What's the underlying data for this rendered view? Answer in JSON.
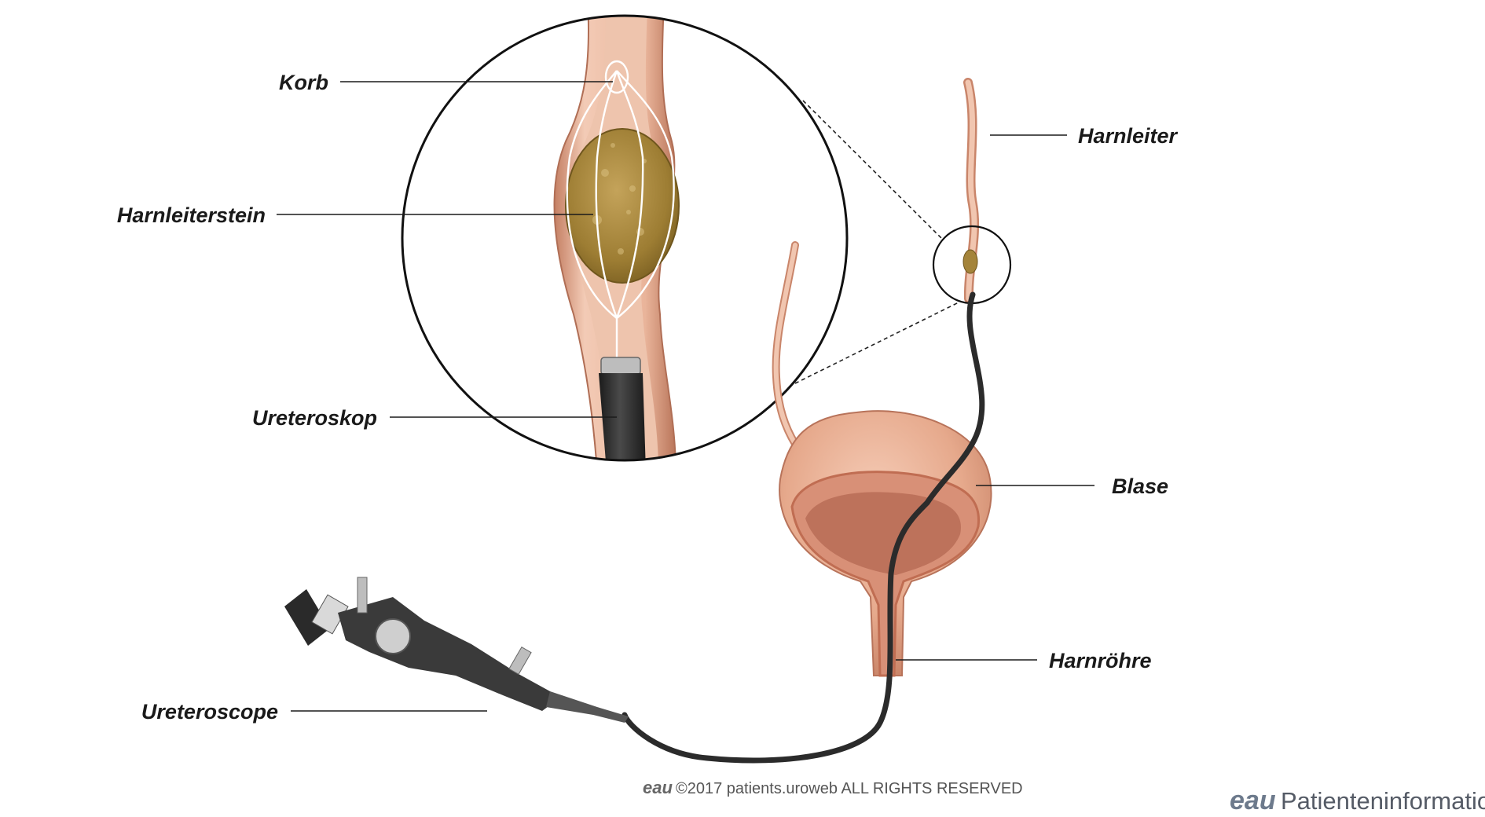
{
  "labels": {
    "korb": "Korb",
    "harnleiterstein": "Harnleiterstein",
    "ureteroskop": "Ureteroskop",
    "ureteroscope": "Ureteroscope",
    "harnleiter": "Harnleiter",
    "blase": "Blase",
    "harnroehre": "Harnröhre"
  },
  "footer": {
    "logo": "eau",
    "copyright": "©2017 patients.uroweb ALL RIGHTS RESERVED"
  },
  "brand": {
    "logo": "eau",
    "name": "Patienteninformation"
  },
  "colors": {
    "tissue": "#e9b9a1",
    "tissue_dark": "#c9856a",
    "bladder": "#e7a98d",
    "stone": "#a4843a",
    "scope": "#2b2b2b",
    "text": "#1a1a1a",
    "brand": "#6d7a8c"
  }
}
